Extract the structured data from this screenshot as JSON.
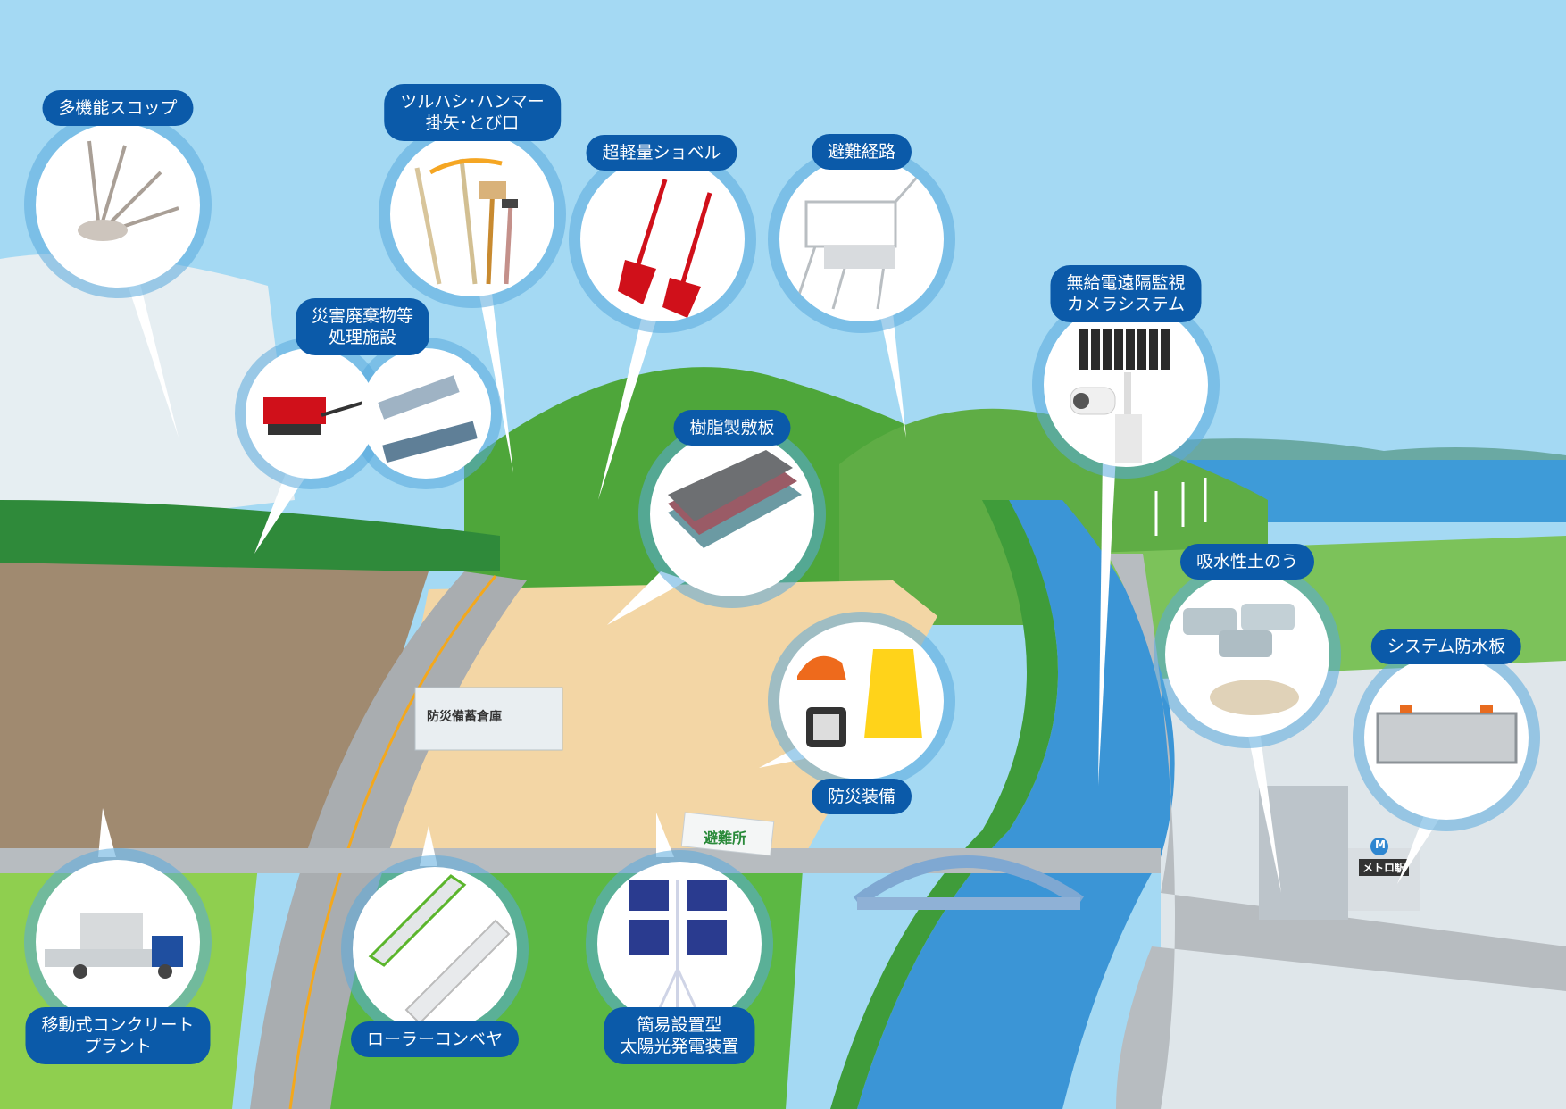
{
  "callouts": {
    "multi_scoop": "多機能スコップ",
    "pickaxe_line1": "ツルハシ･ハンマー",
    "pickaxe_line2": "掛矢･とび口",
    "light_shovel": "超軽量ショベル",
    "evac_route": "避難経路",
    "camera_line1": "無給電遠隔監視",
    "camera_line2": "カメラシステム",
    "waste_line1": "災害廃棄物等",
    "waste_line2": "処理施設",
    "resin_mat": "樹脂製敷板",
    "sandbag": "吸水性土のう",
    "flood_board": "システム防水板",
    "equipment": "防災装備",
    "concrete_line1": "移動式コンクリート",
    "concrete_line2": "プラント",
    "roller": "ローラーコンベヤ",
    "solar_line1": "簡易設置型",
    "solar_line2": "太陽光発電装置"
  },
  "scene_labels": {
    "warehouse": "防災備蓄倉庫",
    "shelter": "避難所",
    "metro_station": "メトロ駅",
    "metro_logo": "M"
  },
  "colors": {
    "label_bg": "#0b5aa9",
    "sky": "#a4d9f3",
    "grass": "#4aa33c",
    "road": "#a9adb0"
  }
}
